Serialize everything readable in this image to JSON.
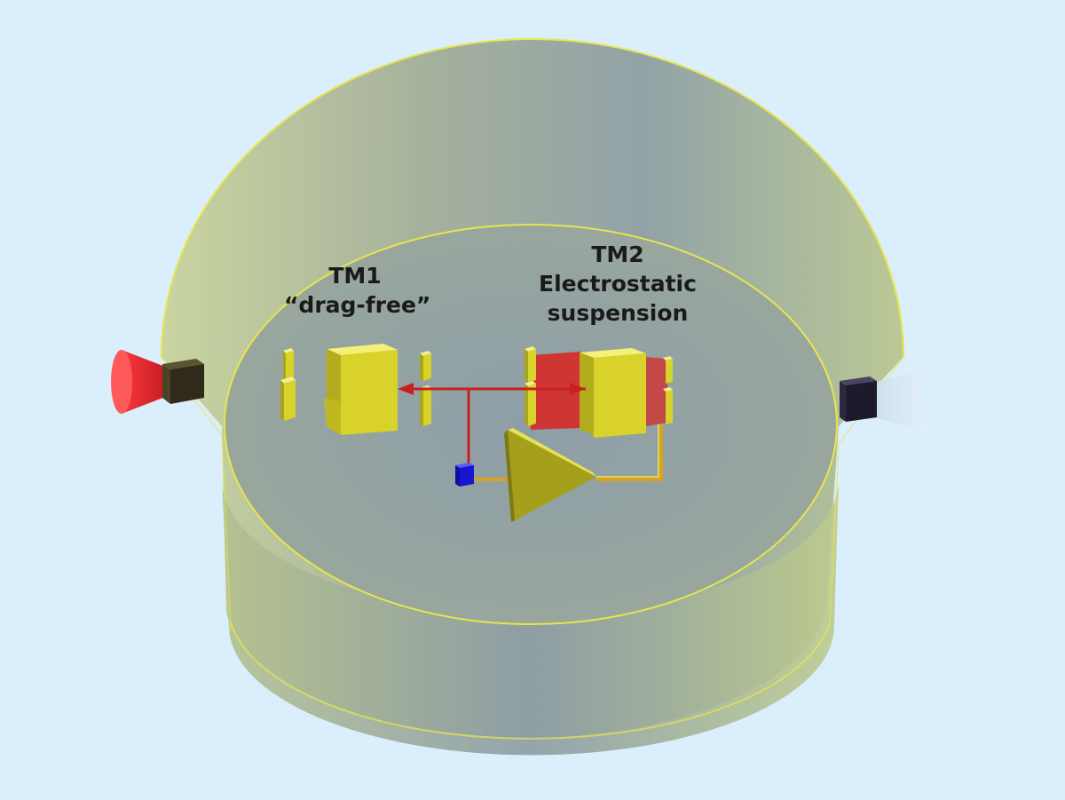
{
  "labels": {
    "tm1": {
      "name": "TM1",
      "mode": "“drag-free”"
    },
    "tm2": {
      "name": "TM2",
      "mode_line1": "Electrostatic",
      "mode_line2": "suspension"
    }
  },
  "colors": {
    "background": "#dbeefc",
    "housing_stroke": "#e8e64a",
    "test_mass": "#e6e22e",
    "laser_beam": "#c8201e",
    "suspension_field": "#d9221f",
    "thruster": "#e8262b",
    "sensor_node": "#1616d0",
    "wire": "#d9a21a"
  }
}
